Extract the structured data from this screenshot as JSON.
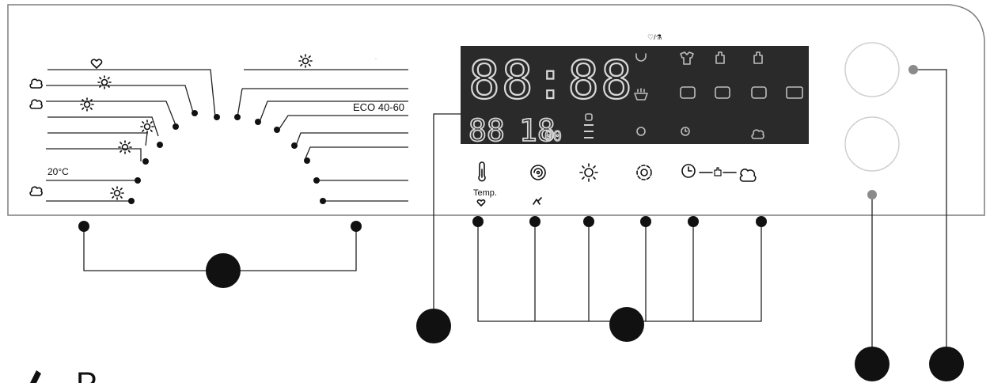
{
  "panel": {
    "eco_program_label": "ECO 40-60",
    "temperature_program_label": "20°C"
  },
  "display": {
    "main_digits": "88:88",
    "left_digits": "88",
    "right_digits": "18",
    "right_small_digits": "00",
    "top_symbol_label": "♡/⚗"
  },
  "buttons": {
    "temp_label": "Temp."
  },
  "colors": {
    "display_bg": "#2a2a2a",
    "panel_line": "#7d7d7d",
    "dot": "#111111",
    "callout": "#111111"
  }
}
